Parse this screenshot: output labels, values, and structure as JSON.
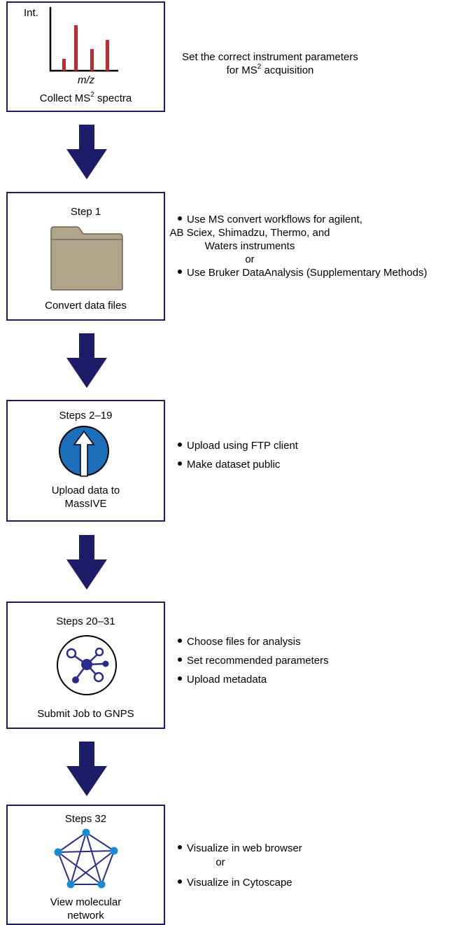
{
  "colors": {
    "border": "#1c1c6b",
    "arrow": "#1c1c6b",
    "spectrum_bar": "#c2282f",
    "folder": "#b0a48b",
    "upload_circle": "#1b6fb8",
    "gnps_node": "#2b2b8c",
    "network_node": "#1b8ad6"
  },
  "box0": {
    "axis_label_y": "Int.",
    "axis_label_x": "m/z",
    "caption_prefix": "Collect MS",
    "caption_sup": "2",
    "caption_suffix": " spectra",
    "icon": "mass-spectrum-icon",
    "desc_line1": "Set the correct instrument parameters",
    "desc_line2_prefix": "for MS",
    "desc_line2_sup": "2",
    "desc_line2_suffix": " acquisition"
  },
  "box1": {
    "title": "Step 1",
    "caption": "Convert data files",
    "icon": "folder-icon",
    "bullet1_line1": "Use MS convert workflows for agilent,",
    "bullet1_line2": "AB Sciex, Shimadzu, Thermo, and",
    "bullet1_line3": "Waters instruments",
    "or": "or",
    "bullet2": "Use Bruker DataAnalysis (Supplementary Methods)"
  },
  "box2": {
    "title": "Steps 2–19",
    "caption_line1": "Upload data to",
    "caption_line2": "MassIVE",
    "icon": "upload-arrow-icon",
    "bullets": [
      "Upload using FTP client",
      "Make dataset public"
    ]
  },
  "box3": {
    "title": "Steps 20–31",
    "caption": "Submit Job to GNPS",
    "icon": "gnps-network-icon",
    "bullets": [
      "Choose files for analysis",
      "Set recommended parameters",
      "Upload metadata"
    ]
  },
  "box4": {
    "title": "Steps 32",
    "caption_line1": "View molecular",
    "caption_line2": "network",
    "icon": "molecular-network-icon",
    "bullet1": "Visualize in web browser",
    "or": "or",
    "bullet2": "Visualize in Cytoscape"
  }
}
